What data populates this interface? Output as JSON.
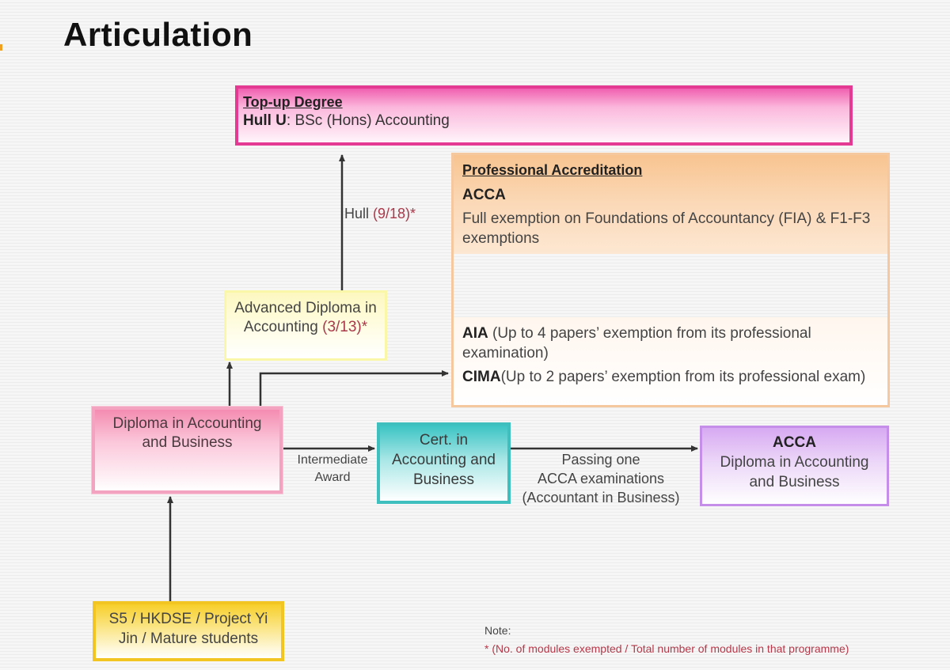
{
  "title": "Articulation",
  "nodes": {
    "topup": {
      "heading": "Top-up Degree",
      "institution": "Hull U",
      "program": ": BSc (Hons) Accounting"
    },
    "professional": {
      "heading": "Professional Accreditation",
      "acca_label": "ACCA",
      "acca_text": "Full exemption on Foundations of Accountancy (FIA) & F1-F3 exemptions",
      "aia_label": "AIA",
      "aia_text": " (Up to 4 papers’ exemption from its professional examination)",
      "cima_label": "CIMA",
      "cima_text": "(Up to 2 papers’ exemption from its professional exam)"
    },
    "advanced_diploma": {
      "line1": "Advanced Diploma in",
      "line2": "Accounting ",
      "ratio": "(3/13)*"
    },
    "diploma": {
      "line1": "Diploma in Accounting",
      "line2": "and Business"
    },
    "certificate": {
      "line1": "Cert. in",
      "line2": "Accounting and",
      "line3": "Business"
    },
    "acca_diploma": {
      "heading": "ACCA",
      "line1": "Diploma in Accounting",
      "line2": "and Business"
    },
    "entry": {
      "line1": "S5 / HKDSE / Project Yi",
      "line2": "Jin /  Mature students"
    }
  },
  "edges": {
    "hull": {
      "label": "Hull ",
      "ratio": "(9/18)*"
    },
    "intermediate": {
      "line1": "Intermediate",
      "line2": "Award"
    },
    "passing": {
      "line1": "Passing one",
      "line2": "ACCA examinations",
      "line3": "(Accountant in Business)"
    }
  },
  "note": {
    "heading": "Note:",
    "text": "* (No. of modules exempted / Total number of modules in that programme)"
  },
  "colors": {
    "topup": "#e43a93",
    "professional": "#f8c490",
    "advanced": "#fbf7a8",
    "diploma": "#f48cb0",
    "certificate": "#3fbfbe",
    "acca_diploma": "#c58ee8",
    "entry": "#f2c522",
    "ratio_text": "#a9394a"
  }
}
